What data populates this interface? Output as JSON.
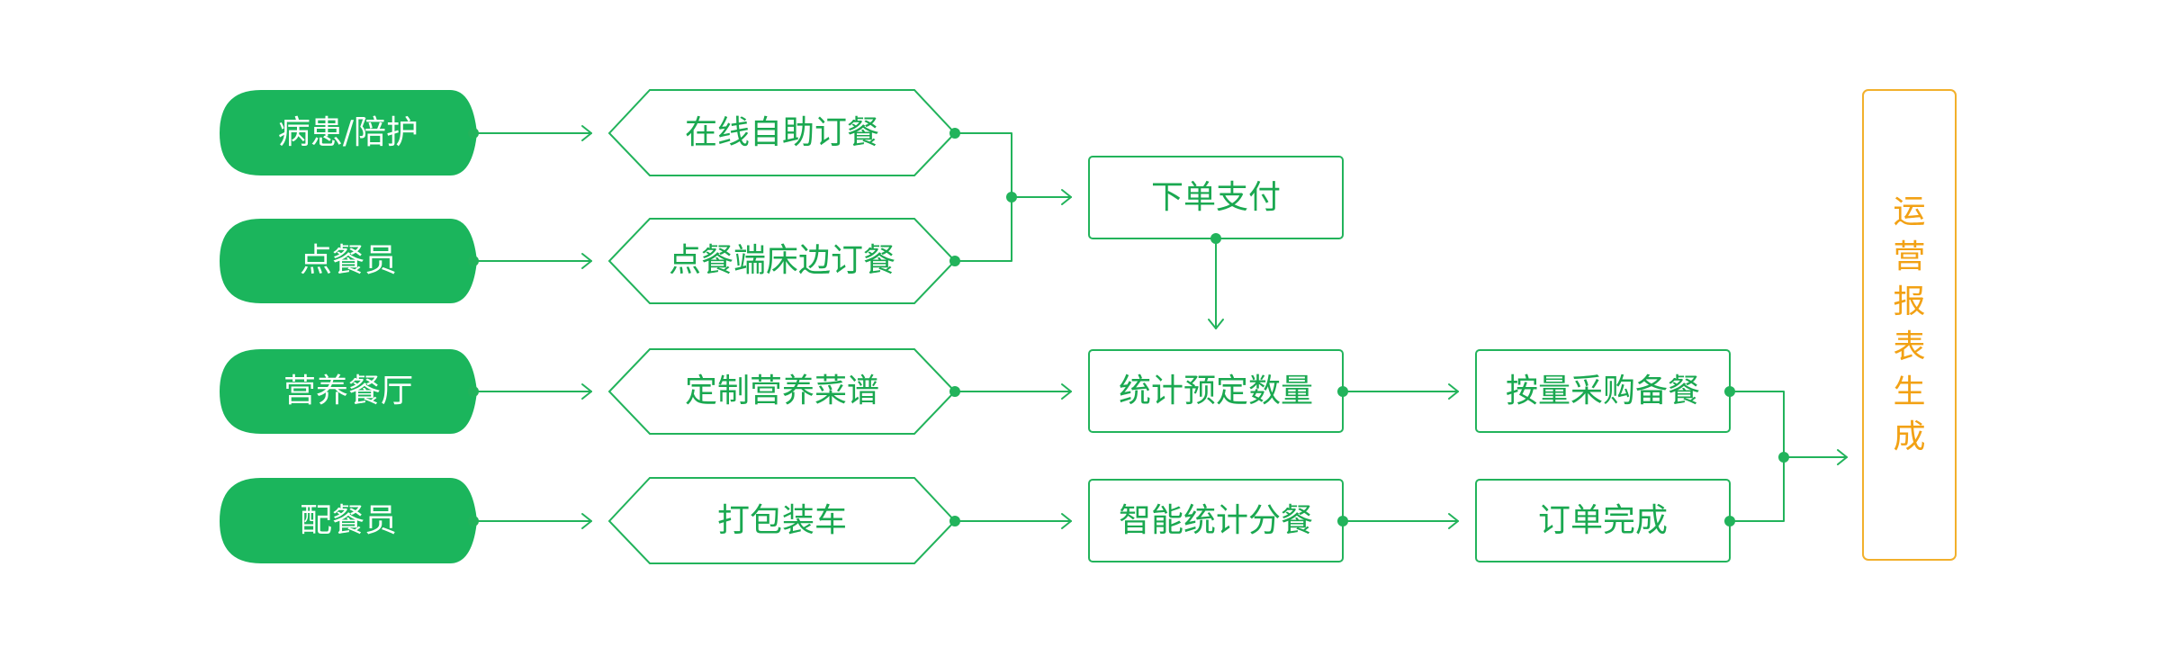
{
  "colors": {
    "accent": "#1bb55c",
    "line": "#22b35b",
    "step_text": "#1aa850",
    "final": "#f2a114"
  },
  "actors": [
    {
      "id": "patient",
      "label": "病患/陪护"
    },
    {
      "id": "orderer",
      "label": "点餐员"
    },
    {
      "id": "canteen",
      "label": "营养餐厅"
    },
    {
      "id": "dispatcher",
      "label": "配餐员"
    }
  ],
  "channels": [
    {
      "id": "online",
      "label": "在线自助订餐"
    },
    {
      "id": "bedside",
      "label": "点餐端床边订餐"
    },
    {
      "id": "menu",
      "label": "定制营养菜谱"
    },
    {
      "id": "pack",
      "label": "打包装车"
    }
  ],
  "steps": [
    {
      "id": "pay",
      "label": "下单支付"
    },
    {
      "id": "count",
      "label": "统计预定数量"
    },
    {
      "id": "split",
      "label": "智能统计分餐"
    },
    {
      "id": "purchase",
      "label": "按量采购备餐"
    },
    {
      "id": "complete",
      "label": "订单完成"
    }
  ],
  "final": {
    "label": "运营报表生成",
    "chars": [
      "运",
      "营",
      "报",
      "表",
      "生",
      "成"
    ]
  },
  "edges": [
    {
      "from": "patient",
      "to": "online"
    },
    {
      "from": "orderer",
      "to": "bedside"
    },
    {
      "from": "canteen",
      "to": "menu"
    },
    {
      "from": "dispatcher",
      "to": "pack"
    },
    {
      "from": "online",
      "to": "pay"
    },
    {
      "from": "bedside",
      "to": "pay"
    },
    {
      "from": "pay",
      "to": "count"
    },
    {
      "from": "menu",
      "to": "count"
    },
    {
      "from": "count",
      "to": "purchase"
    },
    {
      "from": "pack",
      "to": "split"
    },
    {
      "from": "split",
      "to": "complete"
    },
    {
      "from": "purchase",
      "to": "final"
    },
    {
      "from": "complete",
      "to": "final"
    }
  ]
}
